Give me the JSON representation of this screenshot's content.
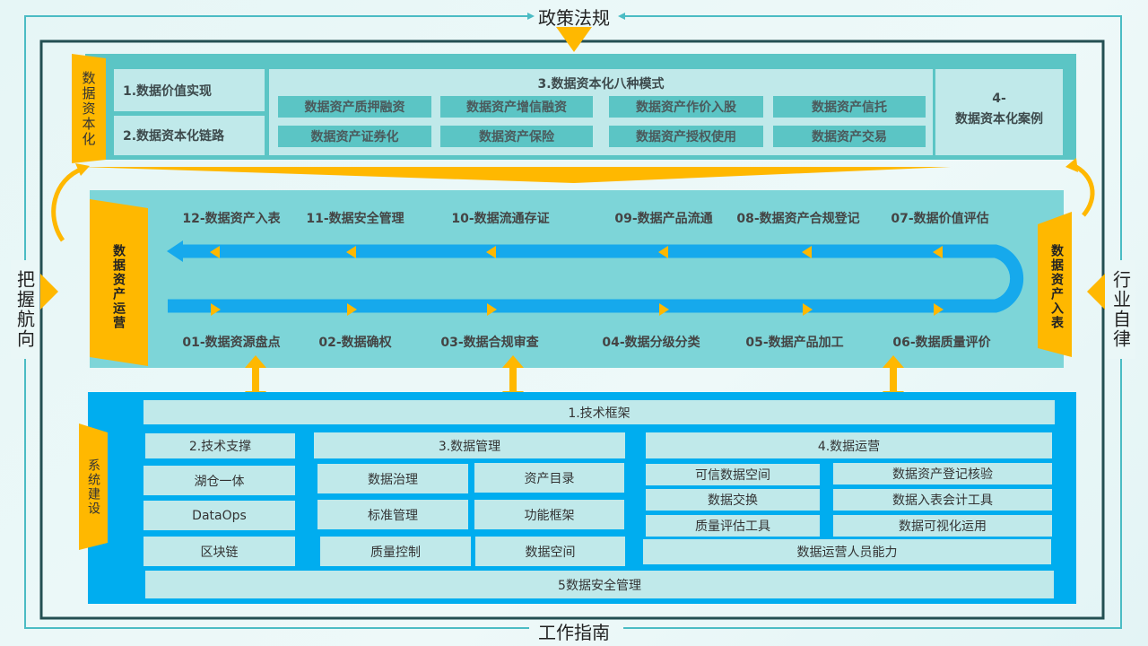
{
  "frame": {
    "top": "政策法规",
    "bottom": "工作指南",
    "left": "把握航向",
    "right": "行业自律"
  },
  "capital": {
    "tab": "数据资本化",
    "item1": "1.数据价值实现",
    "item2": "2.数据资本化链路",
    "modes_title": "3.数据资本化八种模式",
    "modes": [
      "数据资产质押融资",
      "数据资产增信融资",
      "数据资产作价入股",
      "数据资产信托",
      "数据资产证券化",
      "数据资产保险",
      "数据资产授权使用",
      "数据资产交易"
    ],
    "case_num": "4-",
    "case_label": "数据资本化案例"
  },
  "operation": {
    "left_tab": "数据资产运营",
    "right_tab": "数据资产入表",
    "top_steps": [
      "12-数据资产入表",
      "11-数据安全管理",
      "10-数据流通存证",
      "09-数据产品流通",
      "08-数据资产合规登记",
      "07-数据价值评估"
    ],
    "bottom_steps": [
      "01-数据资源盘点",
      "02-数据确权",
      "03-数据合规审查",
      "04-数据分级分类",
      "05-数据产品加工",
      "06-数据质量评价"
    ]
  },
  "system": {
    "tab": "系统建设",
    "framework": "1.技术框架",
    "support_title": "2.技术支撑",
    "support": [
      "湖仓一体",
      "DataOps",
      "区块链"
    ],
    "mgmt_title": "3.数据管理",
    "mgmt": [
      "数据治理",
      "资产目录",
      "标准管理",
      "功能框架",
      "质量控制",
      "数据空间"
    ],
    "ops_title": "4.数据运营",
    "ops": [
      "可信数据空间",
      "数据资产登记核验",
      "数据交换",
      "数据入表会计工具",
      "质量评估工具",
      "数据可视化运用"
    ],
    "ops_people": "数据运营人员能力",
    "security": "5数据安全管理"
  },
  "colors": {
    "yellow": "#ffb800",
    "teal": "#5bc5c5",
    "light": "#c0e9ea",
    "mid": "#7dd5d8",
    "blue": "#00adef",
    "pipe": "#16a9ec",
    "frame": "#4bbcc4",
    "dark": "#234f52"
  }
}
